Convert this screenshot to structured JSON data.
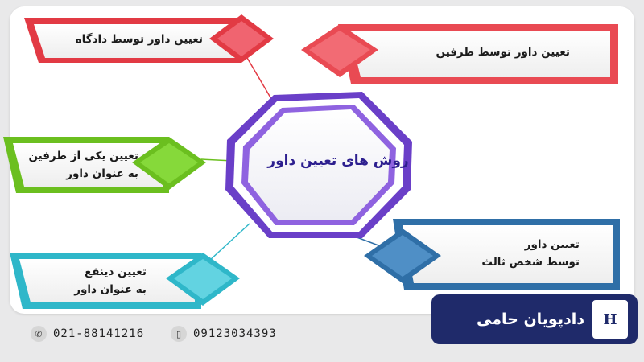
{
  "diagram": {
    "center_title": "روش های تعیین داور",
    "nodes": [
      {
        "id": "court",
        "label": "تعیین داور توسط دادگاه",
        "color": "#e23a44"
      },
      {
        "id": "parties",
        "label": "تعیین داور توسط طرفین",
        "color": "#e94a53"
      },
      {
        "id": "one-party",
        "label": "تعیین یکی از طرفین به عنوان داور",
        "line1": "تعیین یکی از طرفین",
        "line2": "به عنوان داور",
        "color": "#6bbf1f"
      },
      {
        "id": "beneficiary",
        "label": "تعیین ذینفع به عنوان داور",
        "line1": "تعیین ذینفع",
        "line2": "به عنوان داور",
        "color": "#2fb7c9"
      },
      {
        "id": "third-party",
        "label": "تعیین داور توسط شخص ثالث",
        "line1": "تعیین داور",
        "line2": "توسط شخص ثالث",
        "color": "#2f6fa7"
      }
    ],
    "center_color": "#6a3fc8"
  },
  "footer": {
    "phone_landline": "021-88141216",
    "phone_mobile": "09123034393",
    "phone_icon": "phone-icon",
    "mobile_icon": "mobile-icon",
    "brand_name": "دادپویان حامی",
    "brand_logo_text": "H",
    "brand_color": "#1f2a6a"
  }
}
